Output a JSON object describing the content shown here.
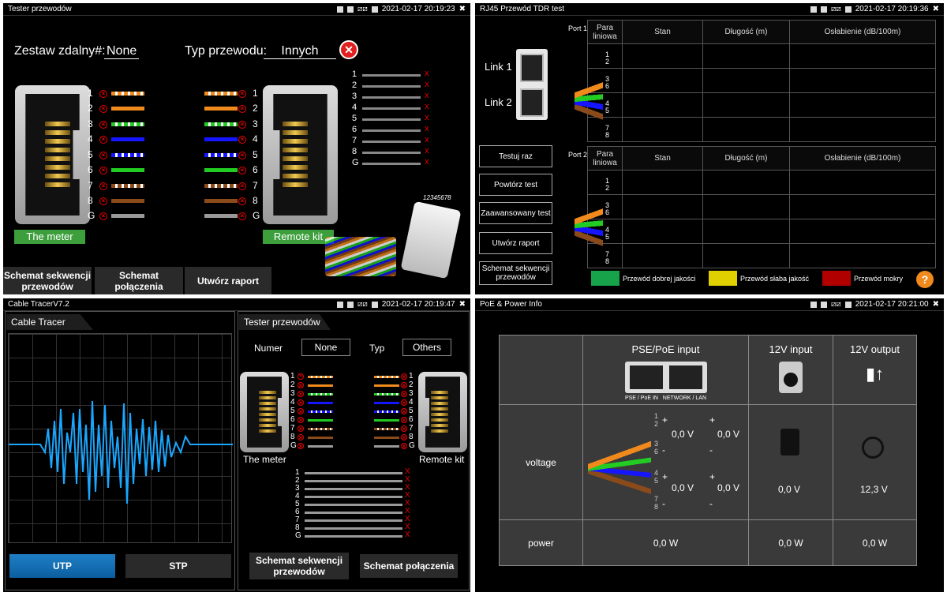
{
  "tester": {
    "title": "Tester przewodów",
    "datetime": "2021-02-17 20:19:23",
    "remote_label": "Zestaw zdalny#:",
    "remote_value": "None",
    "type_label": "Typ przewodu:",
    "type_value": "Innych",
    "pins": [
      "1",
      "2",
      "3",
      "4",
      "5",
      "6",
      "7",
      "8",
      "G"
    ],
    "right_pins": [
      "1",
      "2",
      "3",
      "4",
      "5",
      "6",
      "7",
      "8",
      "G"
    ],
    "meter_label": "The meter",
    "remote_kit_label": "Remote kit",
    "tabs": [
      "Schemat sekwencji przewodów",
      "Schemat połączenia",
      "Utwórz raport"
    ],
    "serial": "12345678",
    "x_mark": "x"
  },
  "tdr": {
    "title": "RJ45 Przewód TDR test",
    "datetime": "2021-02-17 20:19:36",
    "link1": "Link 1",
    "link2": "Link 2",
    "port1": "Port 1",
    "port2": "Port 2",
    "columns": [
      "Para liniowa",
      "Stan",
      "Długość (m)",
      "Osłabienie (dB/100m)"
    ],
    "pairs": [
      [
        "1",
        "2"
      ],
      [
        "3",
        "6"
      ],
      [
        "4",
        "5"
      ],
      [
        "7",
        "8"
      ]
    ],
    "buttons": [
      "Testuj raz",
      "Powtórz test",
      "Zaawansowany test",
      "Utwórz raport",
      "Schemat sekwencji przewodów"
    ],
    "legend": [
      {
        "label": "Przewód dobrej jakości",
        "color": "#16a34a"
      },
      {
        "label": "Przewód słaba jakość",
        "color": "#e0d000"
      },
      {
        "label": "Przewód mokry",
        "color": "#b00000"
      }
    ]
  },
  "tracer": {
    "title": "Cable TracerV7.2",
    "datetime": "2021-02-17 20:19:47",
    "tab": "Cable Tracer",
    "utp": "UTP",
    "stp": "STP",
    "tester_tab": "Tester przewodów",
    "num_label": "Numer",
    "num_value": "None",
    "type_label": "Typ",
    "type_value": "Others",
    "meter_label": "The meter",
    "remote_kit_label": "Remote kit",
    "pins": [
      "1",
      "2",
      "3",
      "4",
      "5",
      "6",
      "7",
      "8",
      "G"
    ],
    "btn_seq": "Schemat sekwencji przewodów",
    "btn_conn": "Schemat połączenia",
    "x_mark": "X"
  },
  "poe": {
    "title": "PoE & Power Info",
    "datetime": "2021-02-17 20:21:00",
    "col_pse": "PSE/PoE input",
    "col_12in": "12V input",
    "col_12out": "12V output",
    "port_caption": "PSE / PoE IN   NETWORK / LAN",
    "voltage_label": "voltage",
    "power_label": "power",
    "pse_pins": [
      [
        "1",
        "2"
      ],
      [
        "3",
        "6"
      ],
      [
        "4",
        "5"
      ],
      [
        "7",
        "8"
      ]
    ],
    "plus": "+",
    "minus": "-",
    "v_a1": "0,0 V",
    "v_a2": "0,0 V",
    "v_b1": "0,0 V",
    "v_b2": "0,0 V",
    "v_12in": "0,0 V",
    "v_12out": "12,3 V",
    "p_pse": "0,0 W",
    "p_12in": "0,0 W",
    "p_12out": "0,0 W"
  }
}
